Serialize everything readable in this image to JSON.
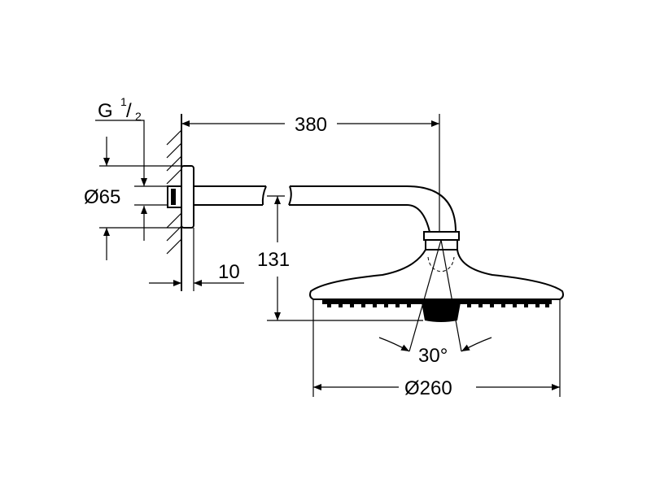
{
  "diagram": {
    "thread": {
      "main": "G",
      "frac_num": "1",
      "frac_slash": "/",
      "frac_den": "2"
    },
    "dimensions": {
      "arm_length": "380",
      "rosette_diameter": "Ø65",
      "height": "131",
      "wall_gap": "10",
      "spray_angle": "30°",
      "head_diameter": "Ø260"
    }
  }
}
